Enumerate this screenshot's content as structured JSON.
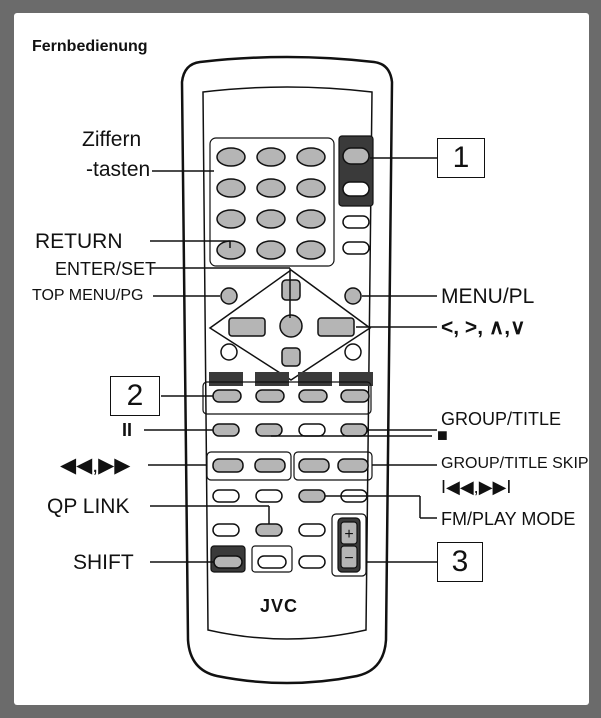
{
  "title": "Fernbedienung",
  "logo": "JVC",
  "callouts": {
    "one": "1",
    "two": "2",
    "three": "3"
  },
  "labels": {
    "ziffern_line1": "Ziffern",
    "ziffern_line2": "-tasten",
    "return": "RETURN",
    "enter_set": "ENTER/SET",
    "top_menu": "TOP MENU/PG",
    "menu_pl": "MENU/PL",
    "arrows": "<, >, ∧,∨",
    "pause": "II",
    "rew_ff": "◀◀,▶▶",
    "group_title": "GROUP/TITLE",
    "stop": "■",
    "group_title_skip": "GROUP/TITLE SKIP",
    "skip_symbols": "I◀◀,▶▶I",
    "qp_link": "QP LINK",
    "fm_play_mode": "FM/PLAY MODE",
    "shift": "SHIFT",
    "vol_plus": "+",
    "vol_minus": "−"
  },
  "colors": {
    "frame": "#6b6b6b",
    "remote_body": "#ffffff",
    "button_gray": "#b5b5b5",
    "dark_key": "#3a3a3a"
  }
}
